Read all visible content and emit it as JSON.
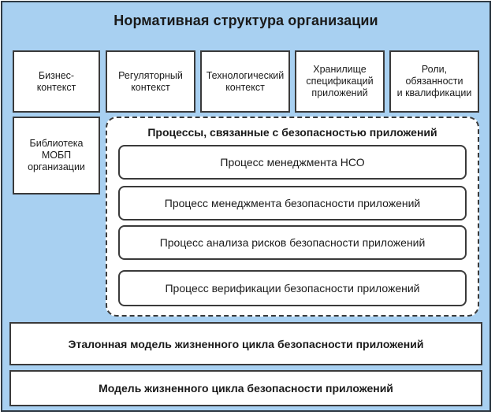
{
  "title": "Нормативная структура организации",
  "top_boxes": [
    "Бизнес-\nконтекст",
    "Регуляторный\nконтекст",
    "Технологический\nконтекст",
    "Хранилище\nспецификаций\nприложений",
    "Роли,\nобязанности\nи квалификации"
  ],
  "library_box": "Библиотека\nМОБП\nорганизации",
  "processes_group": {
    "title": "Процессы, связанные с безопасностью приложений",
    "items": [
      "Процесс менеджмента НСО",
      "Процесс менеджмента безопасности приложений",
      "Процесс анализа рисков безопасности приложений",
      "Процесс верификации безопасности приложений"
    ]
  },
  "reference_model": "Эталонная модель жизненного цикла безопасности приложений",
  "lifecycle_model": "Модель жизненного цикла безопасности приложений",
  "colors": {
    "background": "#a8d0f1",
    "box": "#ffffff",
    "border": "#3a3a3a"
  }
}
